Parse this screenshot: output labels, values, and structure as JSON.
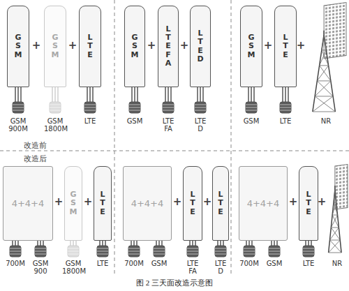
{
  "diagram": {
    "caption": "图 2 三天面改造示意图",
    "nodes": [
      {
        "text": [
          "GSM"
        ]
      },
      {
        "text": [
          "GSM"
        ]
      },
      {
        "text": [
          "LTE"
        ]
      },
      {
        "text": [
          "GSM"
        ]
      },
      {
        "text": [
          "LTE FA"
        ]
      },
      {
        "text": [
          "LTE D"
        ]
      },
      {
        "text": [
          "GSM"
        ]
      },
      {
        "text": [
          "LTE"
        ]
      },
      {
        "text": [
          "4+4+4"
        ]
      },
      {
        "text": [
          "GSM"
        ]
      },
      {
        "text": [
          "LTE"
        ]
      },
      {
        "text": [
          "4+4+4"
        ]
      },
      {
        "text": [
          "LTE"
        ]
      },
      {
        "text": [
          "LTE"
        ]
      },
      {
        "text": [
          "4+4+4"
        ]
      },
      {
        "text": [
          "LTE"
        ]
      }
    ],
    "labels": [
      "改造前",
      "改造后",
      "+",
      "+",
      "+",
      "+",
      "+",
      "+",
      "GSM 900M",
      "GSM 1800M",
      "LTE",
      "GSM",
      "LTE FA",
      "LTE D",
      "GSM",
      "LTE",
      "NR",
      "+",
      "+",
      "+",
      "+",
      "+",
      "+",
      "700M",
      "GSM 900",
      "GSM 1800M",
      "LTE",
      "700M",
      "GSM",
      "LTE FA",
      "LTE D",
      "700M",
      "GSM",
      "LTE",
      "NR"
    ]
  }
}
